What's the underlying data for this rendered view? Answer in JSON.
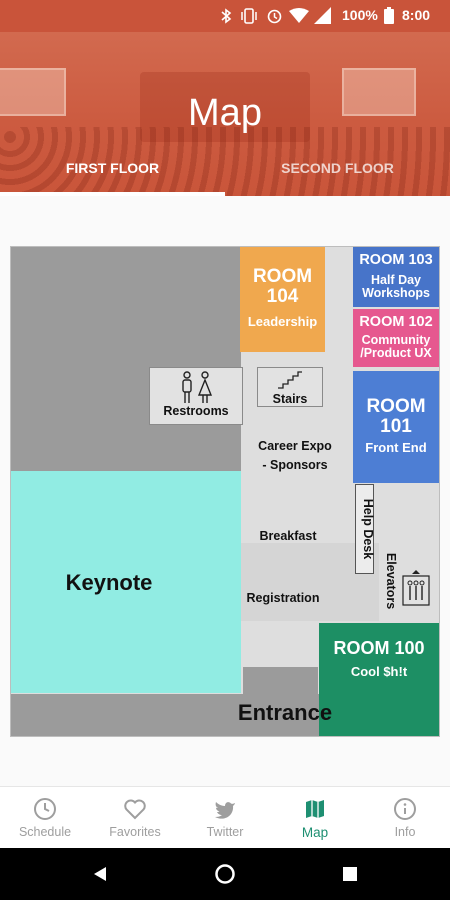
{
  "status_bar": {
    "battery": "100%",
    "time": "8:00"
  },
  "header": {
    "title": "Map"
  },
  "tabs": [
    {
      "label": "FIRST FLOOR",
      "selected": true
    },
    {
      "label": "SECOND FLOOR",
      "selected": false
    }
  ],
  "map": {
    "room104": {
      "name": "ROOM\n104",
      "track": "Leadership"
    },
    "room103": {
      "name": "ROOM 103",
      "track": "Half Day\nWorkshops"
    },
    "room102": {
      "name": "ROOM 102",
      "track": "Community\n/Product UX"
    },
    "room101": {
      "name": "ROOM\n101",
      "track": "Front End"
    },
    "room100": {
      "name": "ROOM 100",
      "track": "Cool $h!t"
    },
    "restrooms": "Restrooms",
    "stairs": "Stairs",
    "career_expo": "Career Expo\n- Sponsors",
    "help_desk": "Help Desk",
    "elevators": "Elevators",
    "breakfast": "Breakfast",
    "registration": "Registration",
    "keynote": "Keynote",
    "entrance": "Entrance"
  },
  "bottom_nav": [
    {
      "label": "Schedule"
    },
    {
      "label": "Favorites"
    },
    {
      "label": "Twitter"
    },
    {
      "label": "Map",
      "active": true
    },
    {
      "label": "Info"
    }
  ],
  "colors": {
    "header": "#c9553a",
    "room104": "#f0a84e",
    "room103": "#4774c9",
    "room102": "#e6588f",
    "room101": "#4d7ed4",
    "room100": "#1d8f64",
    "keynote": "#91ece3",
    "wall": "#9b9b9b",
    "active_nav": "#1e8f72"
  }
}
